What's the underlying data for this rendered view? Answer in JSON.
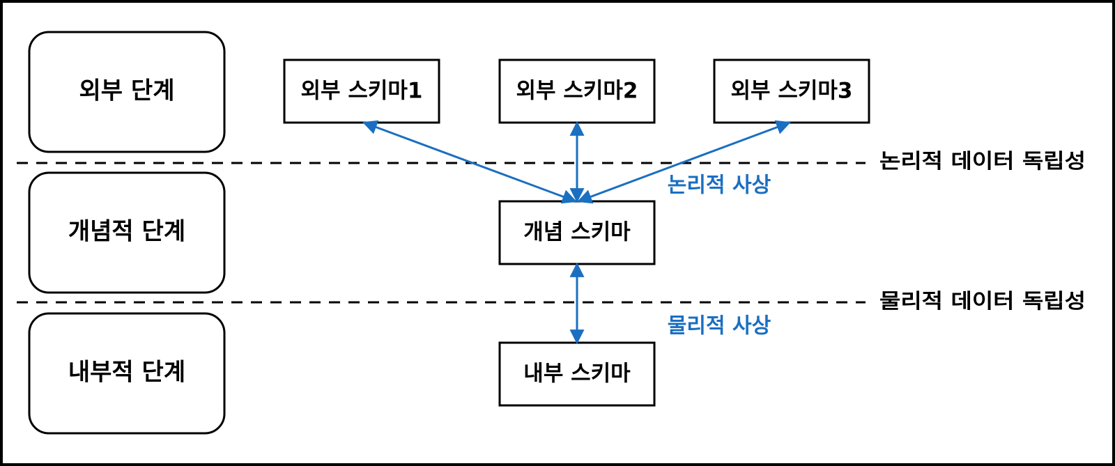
{
  "colors": {
    "accent": "#1a6fc1",
    "stroke": "#000000",
    "background": "#ffffff"
  },
  "levels": {
    "external": "외부 단계",
    "conceptual": "개념적 단계",
    "internal": "내부적 단계"
  },
  "schemas": {
    "external_1": "외부 스키마1",
    "external_2": "외부 스키마2",
    "external_3": "외부 스키마3",
    "conceptual": "개념 스키마",
    "internal": "내부 스키마"
  },
  "independence": {
    "logical": "논리적 데이터 독립성",
    "physical": "물리적 데이터 독립성"
  },
  "mapping": {
    "logical": "논리적 사상",
    "physical": "물리적 사상"
  }
}
